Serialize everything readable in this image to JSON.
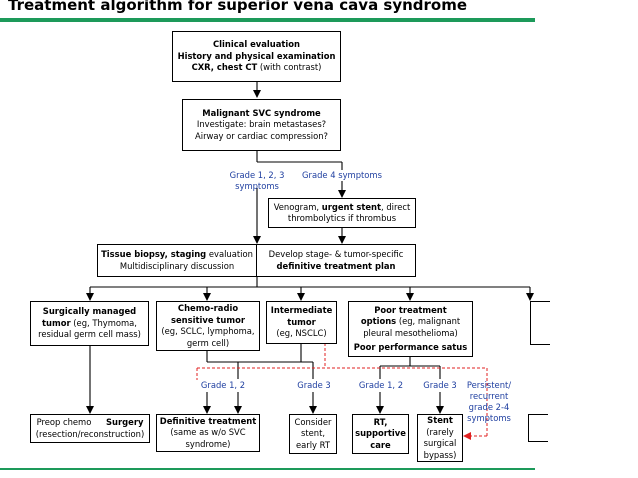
{
  "title": "Treatment algorithm for superior vena cava syndrome",
  "colors": {
    "rule": "#1d9a5a",
    "label": "#1f3fa0",
    "dashed": "#e02020"
  },
  "nodes": {
    "clinical": {
      "l1": "Clinical evaluation",
      "l2": "History and physical examination",
      "l3b": "CXR, chest CT",
      "l3": " (with contrast)"
    },
    "malignant": {
      "l1": "Malignant SVC syndrome",
      "l2": "Investigate: brain metastases?",
      "l3": "Airway or cardiac compression?"
    },
    "venogram": {
      "l1a": "Venogram, ",
      "l1b": "urgent stent",
      "l1c": ", direct",
      "l2": "thrombolytics if thrombus"
    },
    "biopsy": {
      "l1b": "Tissue biopsy, staging",
      "l1": " evaluation",
      "l2": "Multidisciplinary discussion"
    },
    "develop": {
      "l1": "Develop stage- & tumor-specific",
      "l2": "definitive treatment plan"
    },
    "surgical": {
      "l1": "Surgically managed",
      "l2b": "tumor",
      "l2": " (eg, Thymoma,",
      "l3": "residual germ cell mass)"
    },
    "chemo": {
      "l1": "Chemo-radio",
      "l2": "sensitive tumor",
      "l3": "(eg, SCLC, lymphoma,",
      "l4": "germ cell)"
    },
    "intermediate": {
      "l1": "Intermediate",
      "l2": "tumor",
      "l3": "(eg, NSCLC)"
    },
    "poor": {
      "l1": "Poor treatment",
      "l2b": "options",
      "l2": " (eg, malignant",
      "l3": "pleural mesothelioma)",
      "l4": "Poor performance satus"
    },
    "preop": {
      "l1a": "Preop chemo ",
      "l1b": "Surgery",
      "l2": "(resection/reconstruction)"
    },
    "definitive": {
      "l1": "Definitive treatment",
      "l2": "(same as w/o SVC",
      "l3": "syndrome)"
    },
    "consider": {
      "l1": "Consider",
      "l2": "stent,",
      "l3": "early RT"
    },
    "rt": {
      "l1": "RT,",
      "l2": "supportive",
      "l3": "care"
    },
    "stent": {
      "l1": "Stent",
      "l2": "(rarely",
      "l3": "surgical",
      "l4": "bypass)"
    }
  },
  "labels": {
    "grade123": "Grade 1, 2, 3",
    "symptoms": "symptoms",
    "grade4": "Grade 4 symptoms",
    "grade12a": "Grade 1, 2",
    "grade3a": "Grade 3",
    "grade12b": "Grade 1, 2",
    "grade3b": "Grade 3",
    "persistent1": "Persistent/",
    "persistent2": "recurrent",
    "persistent3": "grade 2-4",
    "persistent4": "symptoms"
  }
}
